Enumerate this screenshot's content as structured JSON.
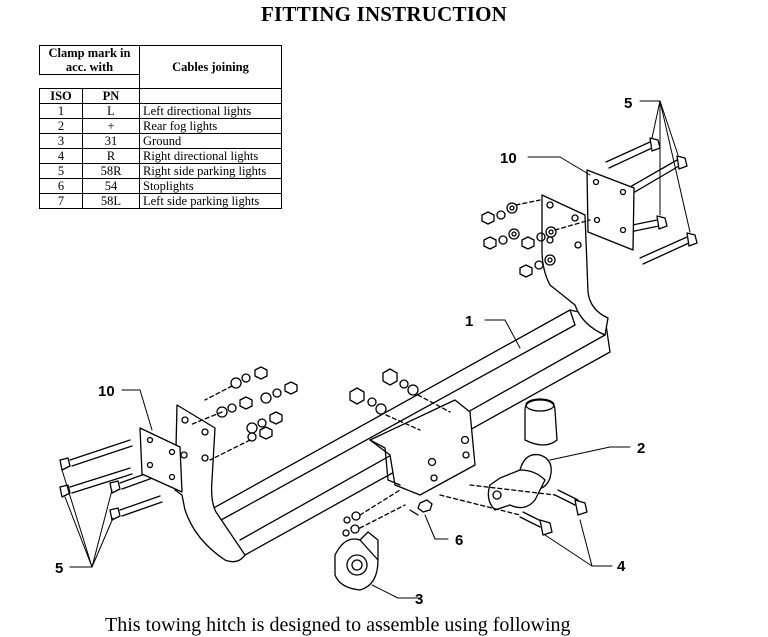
{
  "title": "FITTING INSTRUCTION",
  "table": {
    "header_clamp": "Clamp mark in acc. with",
    "header_cables": "Cables joining",
    "header_iso": "ISO",
    "header_pn": "PN",
    "rows": [
      {
        "iso": "1",
        "pn": "L",
        "cable": "Left directional lights"
      },
      {
        "iso": "2",
        "pn": "+",
        "cable": "Rear fog lights"
      },
      {
        "iso": "3",
        "pn": "31",
        "cable": "Ground"
      },
      {
        "iso": "4",
        "pn": "R",
        "cable": "Right directional lights"
      },
      {
        "iso": "5",
        "pn": "58R",
        "cable": "Right side parking lights"
      },
      {
        "iso": "6",
        "pn": "54",
        "cable": "Stoplights"
      },
      {
        "iso": "7",
        "pn": "58L",
        "cable": "Left side parking lights"
      }
    ]
  },
  "callouts": {
    "c1": "1",
    "c2": "2",
    "c3": "3",
    "c4": "4",
    "c5_top": "5",
    "c5_bottom": "5",
    "c6": "6",
    "c10_top": "10",
    "c10_left": "10"
  },
  "footer_text": "This towing hitch is designed to assemble using following"
}
